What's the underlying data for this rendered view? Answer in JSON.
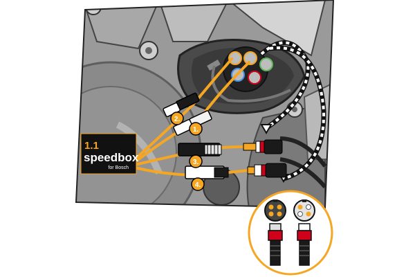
{
  "speedbox_label": {
    "version": "1.1",
    "brand": "speedbox",
    "subtitle": "for Bosch"
  },
  "steps": [
    {
      "number": "1.",
      "name": "step-1"
    },
    {
      "number": "2.",
      "name": "step-2"
    },
    {
      "number": "3.",
      "name": "step-3"
    },
    {
      "number": "4.",
      "name": "step-4"
    }
  ],
  "colors": {
    "accent": "#f5a623",
    "frame_bg": "#8c8c8c",
    "label_bg": "#111111",
    "connector": "#1a1a1a",
    "red_band": "#d0021b",
    "white": "#ffffff"
  },
  "icons": [
    "motor-connector-icon",
    "sensor-plug-icon",
    "dashed-route-arrow-icon",
    "zoom-callout-icon"
  ]
}
